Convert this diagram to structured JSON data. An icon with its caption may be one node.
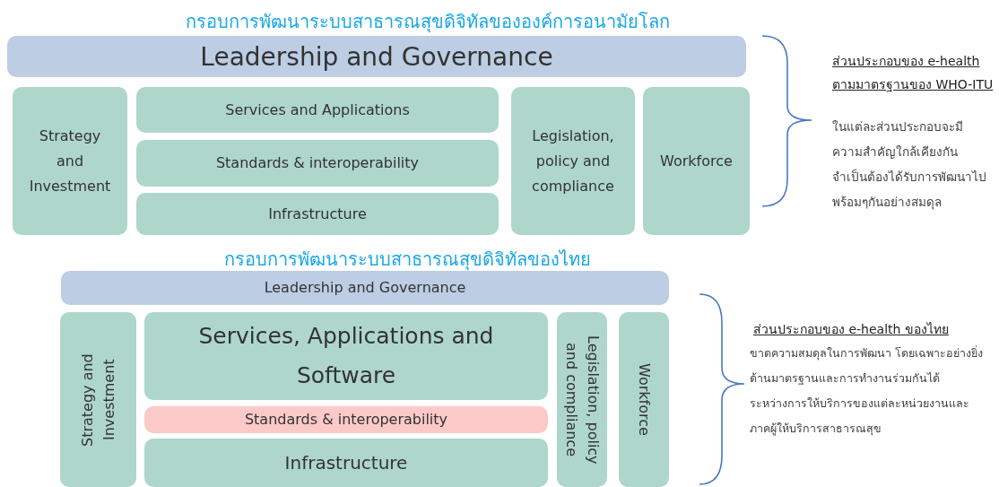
{
  "diagram": {
    "nodes": [
      {
        "text": [
          "Leadership and Governance"
        ]
      },
      {
        "text": [
          "Strategy and Investment"
        ]
      },
      {
        "text": [
          "Services and Applications"
        ]
      },
      {
        "text": [
          "Standards & interoperability"
        ]
      },
      {
        "text": [
          "Infrastructure"
        ]
      },
      {
        "text": [
          "Legislation, policy and compliance"
        ]
      },
      {
        "text": [
          "Workforce"
        ]
      },
      {
        "text": [
          "Leadership and Governance"
        ]
      },
      {
        "text": [
          "Strategy and Investment"
        ]
      },
      {
        "text": [
          "Services, Applications and Software"
        ]
      },
      {
        "text": [
          "Standards & interoperability"
        ]
      },
      {
        "text": [
          "Infrastructure"
        ]
      },
      {
        "text": [
          "Legislation, policy and compliance"
        ]
      },
      {
        "text": [
          "Workforce"
        ]
      }
    ],
    "labels": [
      "กรอบการพัฒนาระบบสาธารณสุขดิจิทัลขององค์การอนามัยโลก",
      "ส่วนประกอบของ e-health ตามมาตรฐานของ WHO-ITU",
      "ในแต่ละส่วนประกอบจะมี",
      "ความสำคัญใกล้เคียงกัน",
      "จำเป็นต้องได้รับการพัฒนาไป",
      "พร้อมๆกันอย่างสมดุล",
      "กรอบการพัฒนาระบบสาธารณสุขดิจิทัลของไทย",
      "ส่วนประกอบของ e-health ของไทย",
      "ขาดความสมดุลในการพัฒนา โดยเฉพาะอย่างยิ่ง",
      "ด้านมาตรฐานและการทำงานร่วมกันได้",
      "ระหว่างการให้บริการของแต่ละหน่วยงานและ",
      "ภาคผู้ให้บริการสาธารณสุข"
    ]
  }
}
